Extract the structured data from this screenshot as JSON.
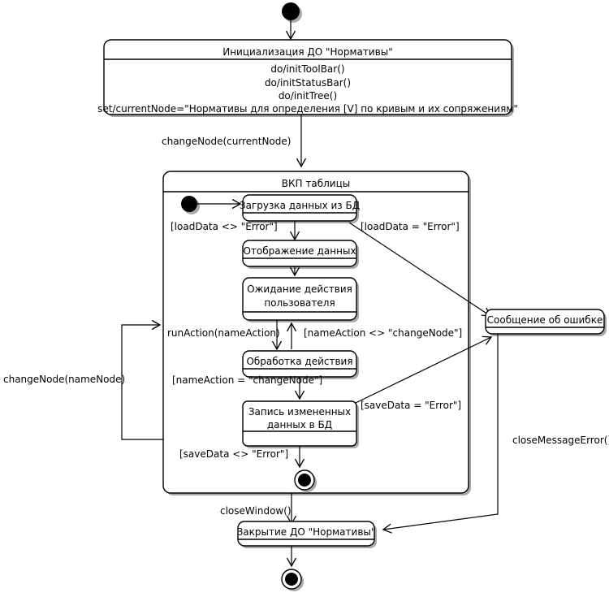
{
  "diagram": {
    "kind": "uml-state-machine",
    "language": "ru",
    "colors": {
      "background": "#ffffff",
      "stroke": "#000000",
      "fill": "#ffffff",
      "shadow": "#a9a9a9"
    }
  },
  "nodes": {
    "initial_start": {
      "type": "initial-state",
      "label": ""
    },
    "init_state": {
      "type": "state",
      "title": "Инициализация ДО \"Нормативы\"",
      "body": [
        "do/initToolBar()",
        "do/initStatusBar()",
        "do/initTree()",
        "set/currentNode=\"Нормативы для определения [V] по кривым и их сопряжениям\""
      ]
    },
    "composite": {
      "type": "composite-state",
      "title": "ВКП таблицы"
    },
    "inner_start": {
      "type": "initial-state",
      "label": ""
    },
    "load_data": {
      "type": "state",
      "title": "Загрузка данных из БД",
      "body": []
    },
    "show_data": {
      "type": "state",
      "title": "Отображение данных",
      "body": []
    },
    "wait_action": {
      "type": "state",
      "title": "Ожидание действия",
      "title2": "пользователя",
      "body": []
    },
    "process_action": {
      "type": "state",
      "title": "Обработка действия",
      "body": []
    },
    "save_data": {
      "type": "state",
      "title": "Запись измененных",
      "title2": "данных в БД",
      "body": []
    },
    "inner_final": {
      "type": "final-state",
      "label": ""
    },
    "error_msg": {
      "type": "state",
      "title": "Сообщение об ошибке",
      "body": []
    },
    "close_state": {
      "type": "state",
      "title": "Закрытие ДО \"Нормативы\"",
      "body": []
    },
    "outer_final": {
      "type": "final-state",
      "label": ""
    }
  },
  "transitions": [
    {
      "id": "t-start-init",
      "from": "initial_start",
      "to": "init_state",
      "label": ""
    },
    {
      "id": "t-init-composite",
      "from": "init_state",
      "to": "composite",
      "label": "changeNode(currentNode)"
    },
    {
      "id": "t-innerstart-load",
      "from": "inner_start",
      "to": "load_data",
      "label": ""
    },
    {
      "id": "t-load-show",
      "from": "load_data",
      "to": "show_data",
      "label": "[loadData <> \"Error\"]"
    },
    {
      "id": "t-load-error",
      "from": "load_data",
      "to": "error_msg",
      "label": "[loadData = \"Error\"]"
    },
    {
      "id": "t-show-wait",
      "from": "show_data",
      "to": "wait_action",
      "label": ""
    },
    {
      "id": "t-wait-process",
      "from": "wait_action",
      "to": "process_action",
      "label": "runAction(nameAction)"
    },
    {
      "id": "t-process-wait",
      "from": "process_action",
      "to": "wait_action",
      "label": "[nameAction <> \"changeNode\"]"
    },
    {
      "id": "t-process-save",
      "from": "process_action",
      "to": "save_data",
      "label": "[nameAction = \"changeNode\"]"
    },
    {
      "id": "t-save-error",
      "from": "save_data",
      "to": "error_msg",
      "label": "[saveData = \"Error\"]"
    },
    {
      "id": "t-save-final",
      "from": "save_data",
      "to": "inner_final",
      "label": "[saveData <> \"Error\"]"
    },
    {
      "id": "t-loop-changenode",
      "from": "save_data",
      "to": "composite",
      "label": "changeNode(nameNode)"
    },
    {
      "id": "t-composite-close",
      "from": "composite",
      "to": "close_state",
      "label": "closeWindow()"
    },
    {
      "id": "t-error-close",
      "from": "error_msg",
      "to": "close_state",
      "label": "closeMessageError()"
    },
    {
      "id": "t-close-final",
      "from": "close_state",
      "to": "outer_final",
      "label": ""
    }
  ]
}
